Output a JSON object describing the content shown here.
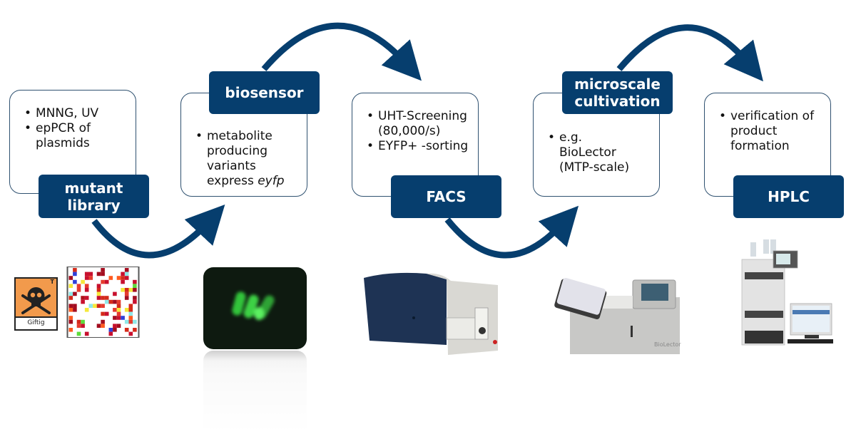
{
  "colors": {
    "accent": "#063e6e",
    "box_border": "#2f5170"
  },
  "steps": [
    {
      "id": "mutant-library",
      "label_line1": "mutant",
      "label_line2": "library",
      "bullets": [
        "MNNG, UV",
        "epPCR of plasmids"
      ],
      "image": "hazard-sign-and-heatmap"
    },
    {
      "id": "biosensor",
      "label_line1": "biosensor",
      "bullets_pre": "metabolite producing variants express ",
      "bullets_italic": "eyfp",
      "image": "fluorescent-cells"
    },
    {
      "id": "facs",
      "label_line1": "FACS",
      "bullets": [
        "UHT-Screening (80,000/s)",
        "EYFP+ -sorting"
      ],
      "image": "flow-cytometer"
    },
    {
      "id": "microscale-cultivation",
      "label_line1": "microscale",
      "label_line2": "cultivation",
      "bullets": [
        "e.g. BioLector (MTP-scale)"
      ],
      "image": "biolector-device"
    },
    {
      "id": "hplc",
      "label_line1": "HPLC",
      "bullets": [
        "verification of product formation"
      ],
      "image": "hplc-system"
    }
  ],
  "images": {
    "hazard_label": "Giftig",
    "hazard_corner": "T",
    "biolector_brand": "BioLector"
  }
}
